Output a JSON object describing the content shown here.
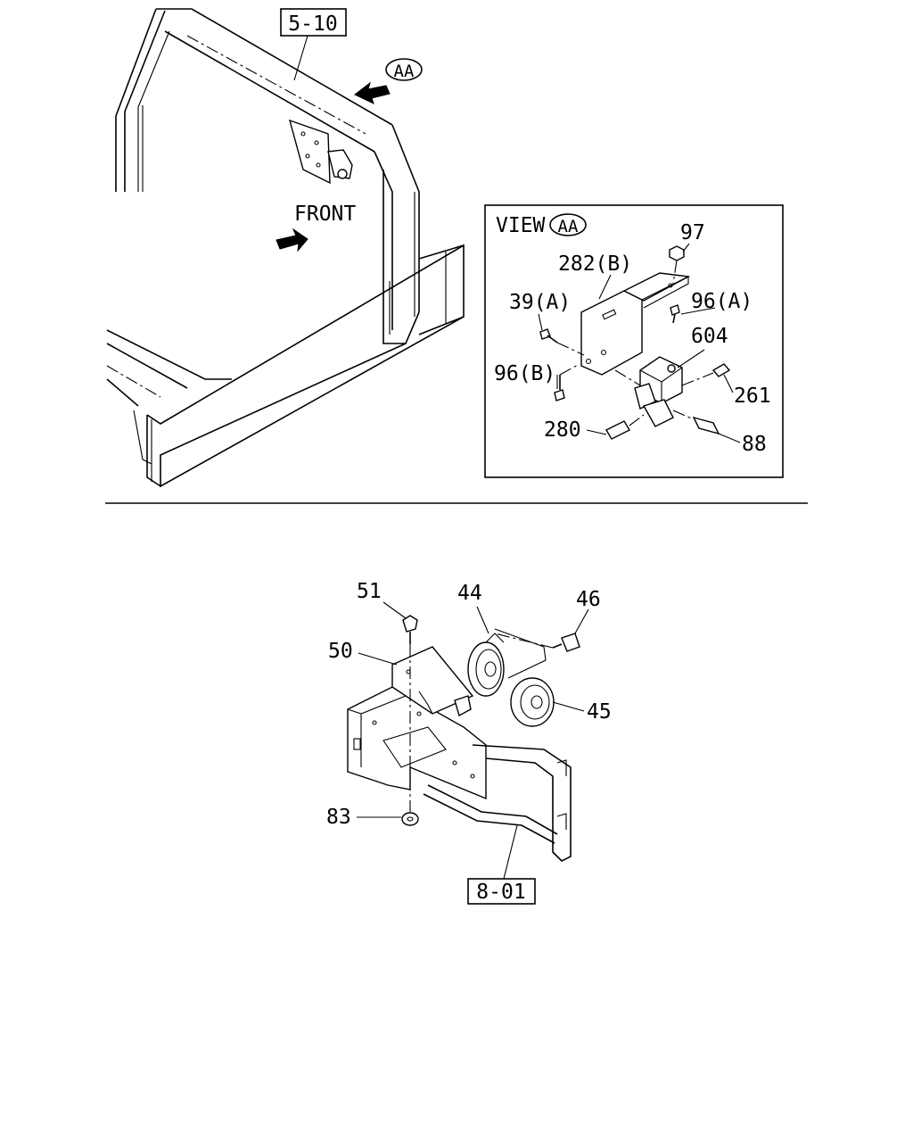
{
  "top_section": {
    "ref_box": "5-10",
    "view_ref": "AA",
    "front_label": "FRONT",
    "inset": {
      "title": "VIEW",
      "title_ref": "AA",
      "labels": {
        "p97": "97",
        "p282b": "282(B)",
        "p39a": "39(A)",
        "p96a": "96(A)",
        "p604": "604",
        "p96b": "96(B)",
        "p261": "261",
        "p280": "280",
        "p88": "88"
      }
    }
  },
  "bottom_section": {
    "ref_box": "8-01",
    "labels": {
      "p51": "51",
      "p44": "44",
      "p46": "46",
      "p50": "50",
      "p45": "45",
      "p83": "83"
    }
  }
}
